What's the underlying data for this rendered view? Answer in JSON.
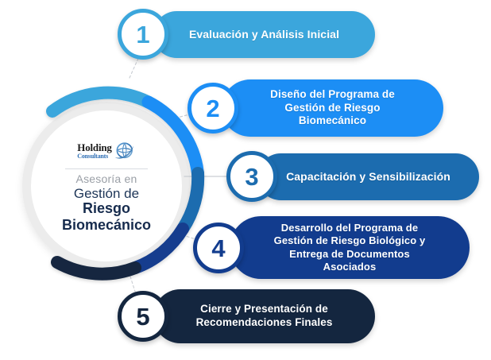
{
  "center": {
    "logo": {
      "brand": "Holding",
      "sub": "Consultants",
      "icon": "globe-swoosh-icon"
    },
    "line1": "Asesoría en",
    "line2": "Gestión de",
    "line3": "Riesgo",
    "line4": "Biomecánico"
  },
  "steps": [
    {
      "number": "1",
      "label": "Evaluación y Análisis Inicial",
      "lines": [
        "Evaluación y Análisis Inicial"
      ],
      "color": "#3BA6DC",
      "text_color": "#FFFFFF"
    },
    {
      "number": "2",
      "label": "Diseño del Programa de Gestión de Riesgo Biomecánico",
      "lines": [
        "Diseño del Programa de",
        "Gestión de Riesgo",
        "Biomecánico"
      ],
      "color": "#1C8EF5",
      "text_color": "#FFFFFF"
    },
    {
      "number": "3",
      "label": "Capacitación y Sensibilización",
      "lines": [
        "Capacitación y Sensibilización"
      ],
      "color": "#1C6CAF",
      "text_color": "#FFFFFF"
    },
    {
      "number": "4",
      "label": "Desarrollo del Programa de Gestión de Riesgo Biológico y Entrega de Documentos Asociados",
      "lines": [
        "Desarrollo del Programa de",
        "Gestión de Riesgo Biológico y",
        "Entrega de Documentos",
        "Asociados"
      ],
      "color": "#123C8E",
      "text_color": "#FFFFFF"
    },
    {
      "number": "5",
      "label": "Cierre y Presentación de Recomendaciones Finales",
      "lines": [
        "Cierre y Presentación de",
        "Recomendaciones Finales"
      ],
      "color": "#14263F",
      "text_color": "#FFFFFF"
    }
  ],
  "arc": {
    "segment_colors": [
      "#3BA6DC",
      "#1C8EF5",
      "#1C6CAF",
      "#123C8E",
      "#14263F"
    ],
    "ring_color": "#ECECEC",
    "connector_color": "#C9CDD3"
  }
}
